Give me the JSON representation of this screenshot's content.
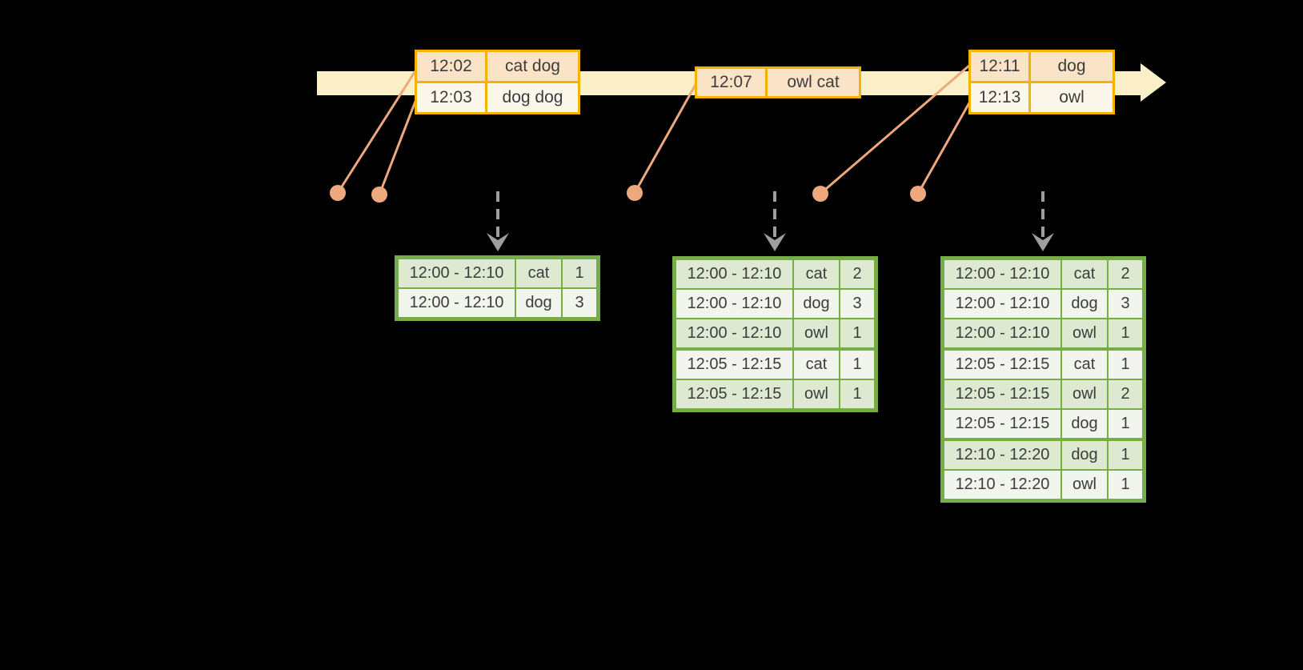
{
  "colors": {
    "background": "#000000",
    "timeline-fill": "#FAEFC6",
    "event-border": "#F5B301",
    "event-row-peach": "#FBE3C8",
    "event-row-cream": "#FDF6EA",
    "connector": "#EDA87D",
    "trigger-arrow": "#9E9E9E",
    "result-border": "#76AD47",
    "result-row-tint": "#DEE9D2",
    "result-row-lite": "#F2F5ED",
    "text": "#3C3C3C"
  },
  "timeline": {
    "events": [
      {
        "rows": [
          {
            "time": "12:02",
            "words": "cat dog"
          },
          {
            "time": "12:03",
            "words": "dog dog"
          }
        ]
      },
      {
        "rows": [
          {
            "time": "12:07",
            "words": "owl cat"
          }
        ]
      },
      {
        "rows": [
          {
            "time": "12:11",
            "words": "dog"
          },
          {
            "time": "12:13",
            "words": "owl"
          }
        ]
      }
    ]
  },
  "result_tables": [
    {
      "rows": [
        {
          "window": "12:00 - 12:10",
          "word": "cat",
          "count": "1"
        },
        {
          "window": "12:00 - 12:10",
          "word": "dog",
          "count": "3"
        }
      ]
    },
    {
      "rows": [
        {
          "window": "12:00 - 12:10",
          "word": "cat",
          "count": "2"
        },
        {
          "window": "12:00 - 12:10",
          "word": "dog",
          "count": "3"
        },
        {
          "window": "12:00 - 12:10",
          "word": "owl",
          "count": "1"
        },
        {
          "window": "12:05 - 12:15",
          "word": "cat",
          "count": "1"
        },
        {
          "window": "12:05 - 12:15",
          "word": "owl",
          "count": "1"
        }
      ]
    },
    {
      "rows": [
        {
          "window": "12:00 - 12:10",
          "word": "cat",
          "count": "2"
        },
        {
          "window": "12:00 - 12:10",
          "word": "dog",
          "count": "3"
        },
        {
          "window": "12:00 - 12:10",
          "word": "owl",
          "count": "1"
        },
        {
          "window": "12:05 - 12:15",
          "word": "cat",
          "count": "1"
        },
        {
          "window": "12:05 - 12:15",
          "word": "owl",
          "count": "2"
        },
        {
          "window": "12:05 - 12:15",
          "word": "dog",
          "count": "1"
        },
        {
          "window": "12:10 - 12:20",
          "word": "dog",
          "count": "1"
        },
        {
          "window": "12:10 - 12:20",
          "word": "owl",
          "count": "1"
        }
      ]
    }
  ]
}
